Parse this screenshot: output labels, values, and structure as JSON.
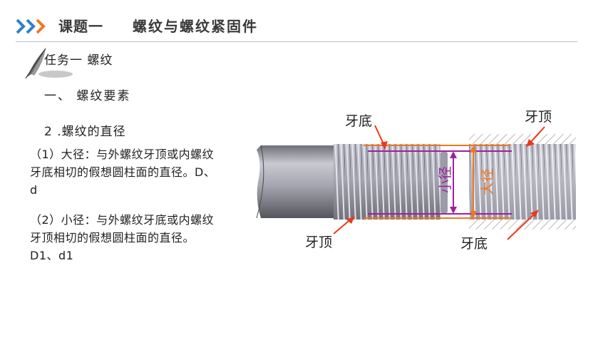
{
  "header": {
    "title": "课题一",
    "subtitle": "螺纹与螺纹紧固件"
  },
  "task": {
    "title": "任务一   螺纹"
  },
  "section": {
    "title": "一、 螺纹要素"
  },
  "subsection": {
    "title": "2 .螺纹的直径"
  },
  "paragraphs": [
    "（1）大径：与外螺纹牙顶或内螺纹牙底相切的假想圆柱面的直径。D、d",
    "（2）小径：与外螺纹牙底或内螺纹牙顶相切的假想圆柱面的直径。 D1、d1"
  ],
  "diagram": {
    "labels": {
      "root_top": "牙底",
      "crest_top": "牙顶",
      "crest_bottom": "牙顶",
      "root_bottom": "牙底",
      "minor": "小径",
      "major": "大径"
    },
    "colors": {
      "minor": "#a020a0",
      "major": "#f07820",
      "arrow": "#e83a1a",
      "chevron_blue": "#2f7fd0",
      "chevron_orange": "#f07820"
    }
  }
}
